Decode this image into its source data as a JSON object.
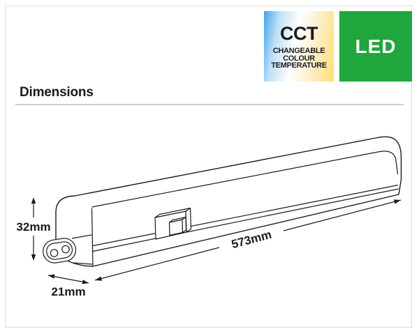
{
  "badges": {
    "cct": {
      "title": "CCT",
      "lines": [
        "CHANGEABLE",
        "COLOUR",
        "TEMPERATURE"
      ],
      "gradient_colors": [
        "#3fa5ea",
        "#ffffff",
        "#ffdd75"
      ],
      "text_color": "#1a1a1a"
    },
    "led": {
      "label": "LED",
      "bg_color": "#1fa63d",
      "text_color": "#ffffff"
    }
  },
  "section": {
    "heading": "Dimensions"
  },
  "diagram": {
    "description": "Line drawing of linear LED batten light with rocker switch and two-pin plug connector",
    "line_color": "#1a1a1a",
    "dimensions": {
      "height": "32mm",
      "length": "573mm",
      "depth": "21mm"
    }
  }
}
